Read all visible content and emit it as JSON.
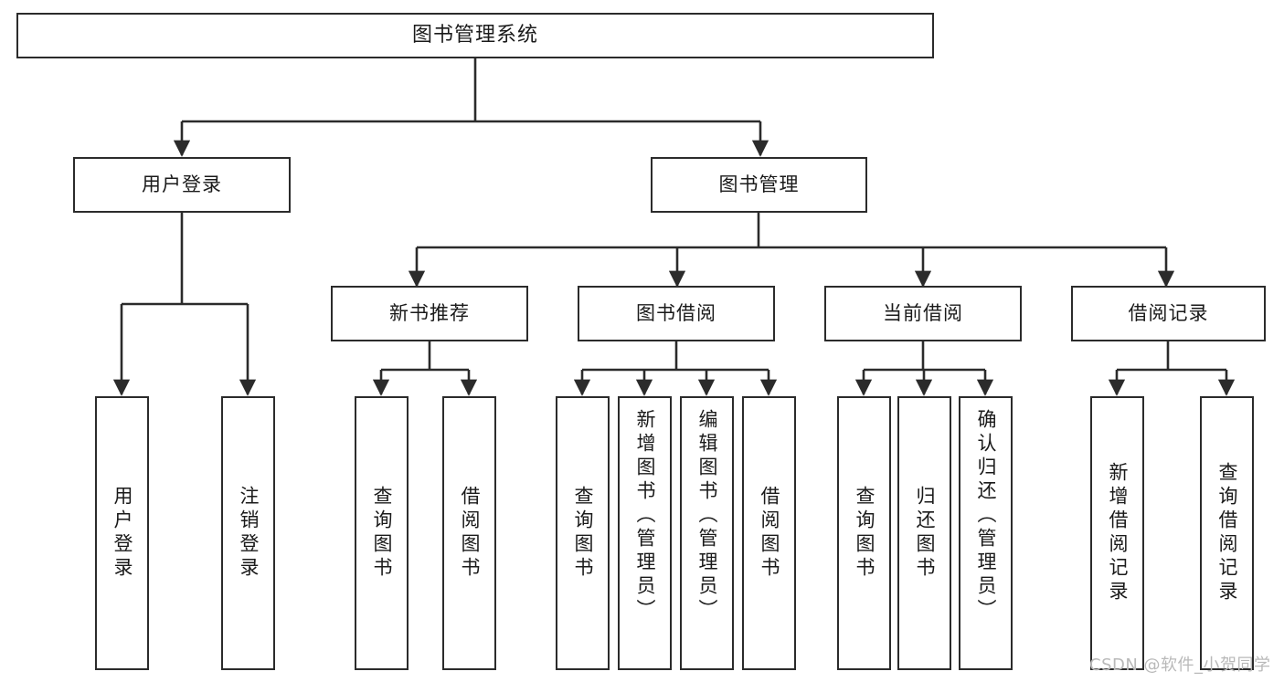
{
  "diagram": {
    "title": "图书管理系统",
    "type": "tree-hierarchy-chart",
    "root": {
      "label": "图书管理系统",
      "orientation": "horizontal"
    },
    "level2": [
      {
        "label": "用户登录",
        "orientation": "horizontal"
      },
      {
        "label": "图书管理",
        "orientation": "horizontal"
      }
    ],
    "level3": [
      {
        "label": "新书推荐",
        "orientation": "horizontal",
        "parent": "图书管理"
      },
      {
        "label": "图书借阅",
        "orientation": "horizontal",
        "parent": "图书管理"
      },
      {
        "label": "当前借阅",
        "orientation": "horizontal",
        "parent": "图书管理"
      },
      {
        "label": "借阅记录",
        "orientation": "horizontal",
        "parent": "图书管理"
      }
    ],
    "leaves": {
      "user_login": [
        {
          "label": "用户登录",
          "orientation": "vertical"
        },
        {
          "label": "注销登录",
          "orientation": "vertical"
        }
      ],
      "new_book_recommend": [
        {
          "label": "查询图书",
          "orientation": "vertical"
        },
        {
          "label": "借阅图书",
          "orientation": "vertical"
        }
      ],
      "book_borrow": [
        {
          "label": "查询图书",
          "orientation": "vertical"
        },
        {
          "label": "新增图书（管理员）",
          "orientation": "vertical"
        },
        {
          "label": "编辑图书（管理员）",
          "orientation": "vertical"
        },
        {
          "label": "借阅图书",
          "orientation": "vertical"
        }
      ],
      "current_borrow": [
        {
          "label": "查询图书",
          "orientation": "vertical"
        },
        {
          "label": "归还图书",
          "orientation": "vertical"
        },
        {
          "label": "确认归还（管理员）",
          "orientation": "vertical"
        }
      ],
      "borrow_record": [
        {
          "label": "新增借阅记录",
          "orientation": "vertical"
        },
        {
          "label": "查询借阅记录",
          "orientation": "vertical"
        }
      ]
    },
    "colors": {
      "stroke": "#2b2b2b",
      "fill": "#ffffff",
      "text": "#1a1a1a",
      "watermark": "#b9b9b9"
    }
  },
  "watermark": {
    "text": "CSDN @软件_小贺同学"
  }
}
